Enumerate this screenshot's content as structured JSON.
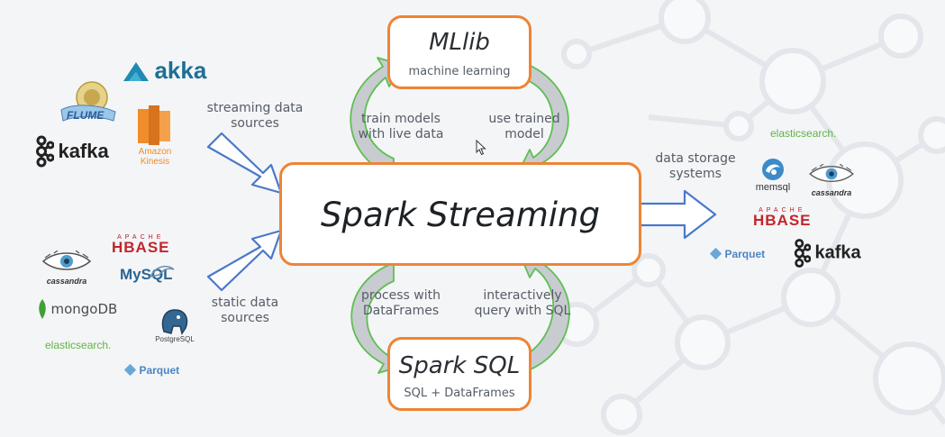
{
  "colors": {
    "accent_orange": "#ee8435",
    "arrow_blue": "#4a78c9",
    "arrow_green": "#5fbf52",
    "text_gray": "#555d66",
    "title_dark": "#2b2f33"
  },
  "center": {
    "title": "Spark Streaming"
  },
  "mllib": {
    "title": "MLlib",
    "subtitle": "machine learning"
  },
  "sparksql": {
    "title": "Spark SQL",
    "subtitle": "SQL + DataFrames"
  },
  "labels": {
    "streaming_sources": [
      "streaming data",
      "sources"
    ],
    "static_sources": [
      "static data",
      "sources"
    ],
    "storage": [
      "data storage",
      "systems"
    ],
    "train_models": [
      "train models",
      "with live data"
    ],
    "use_trained": [
      "use trained",
      "model"
    ],
    "process_df": [
      "process with",
      "DataFrames"
    ],
    "interactive_query": [
      "interactively",
      "query with SQL"
    ]
  },
  "streaming_logos": {
    "akka": "akka",
    "flume": "FLUME",
    "kafka": "kafka",
    "kinesis": [
      "Amazon",
      "Kinesis"
    ]
  },
  "static_logos": {
    "hbase_small": "APACHE",
    "hbase": "HBASE",
    "cassandra": "cassandra",
    "mysql": "MySQL",
    "mongodb": "mongoDB",
    "postgres": "PostgreSQL",
    "elasticsearch": "elasticsearch.",
    "parquet": "Parquet"
  },
  "storage_logos": {
    "elasticsearch": "elasticsearch.",
    "memsql": "memsql",
    "cassandra": "cassandra",
    "hbase_small": "APACHE",
    "hbase": "HBASE",
    "parquet": "Parquet",
    "kafka": "kafka"
  }
}
